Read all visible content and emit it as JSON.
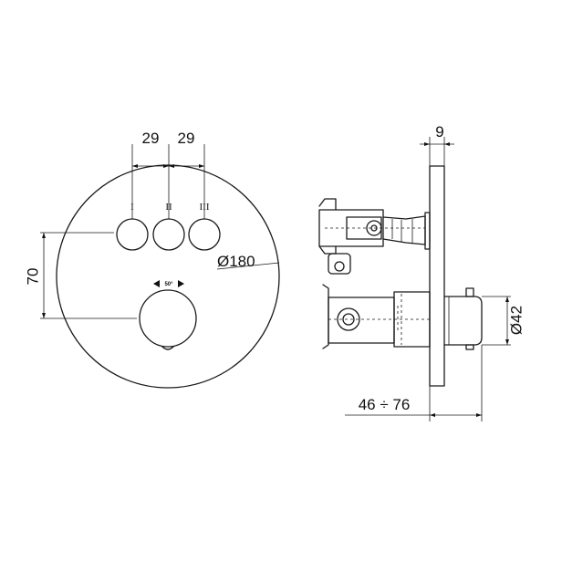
{
  "front_view": {
    "button_labels": [
      "I",
      "II",
      "III"
    ],
    "button_spacing_left": "29",
    "button_spacing_right": "29",
    "height_dim": "70",
    "diameter_dim": "Ø180",
    "rotation_label": "50°"
  },
  "side_view": {
    "plate_thickness_dim": "9",
    "knob_diameter_dim": "Ø42",
    "depth_range_dim": "46 ÷ 76"
  }
}
